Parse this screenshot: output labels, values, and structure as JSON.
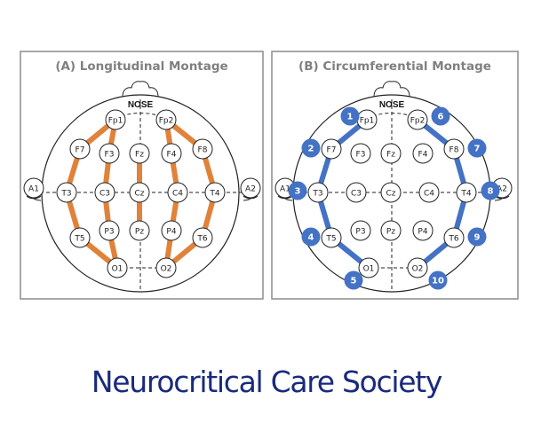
{
  "panels": [
    {
      "id": "A",
      "title": "(A) Longitudinal Montage",
      "nose_label": "NOSE",
      "chain_color": "#e0823a",
      "chains": [
        [
          "Fp1",
          "F7",
          "T3",
          "T5",
          "O1"
        ],
        [
          "Fp1",
          "F3",
          "C3",
          "P3",
          "O1"
        ],
        [
          "Fz",
          "Cz",
          "Pz"
        ],
        [
          "Fp2",
          "F4",
          "C4",
          "P4",
          "O2"
        ],
        [
          "Fp2",
          "F8",
          "T4",
          "T6",
          "O2"
        ]
      ],
      "numbers": []
    },
    {
      "id": "B",
      "title": "(B) Circumferential Montage",
      "nose_label": "NOSE",
      "chain_color": "#4472c4",
      "chains": [
        [
          "Fp1",
          "F7",
          "T3",
          "T5",
          "O1"
        ],
        [
          "Fp2",
          "F8",
          "T4",
          "T6",
          "O2"
        ]
      ],
      "numbers": [
        {
          "n": "1",
          "near": "Fp1-F7-upper"
        },
        {
          "n": "2",
          "near": "F7"
        },
        {
          "n": "3",
          "near": "T3"
        },
        {
          "n": "4",
          "near": "T5"
        },
        {
          "n": "5",
          "near": "O1"
        },
        {
          "n": "6",
          "near": "Fp2"
        },
        {
          "n": "7",
          "near": "F8"
        },
        {
          "n": "8",
          "near": "T4"
        },
        {
          "n": "9",
          "near": "T6"
        },
        {
          "n": "10",
          "near": "O2"
        }
      ]
    }
  ],
  "electrodes": [
    "Fp1",
    "Fp2",
    "F7",
    "F3",
    "Fz",
    "F4",
    "F8",
    "A1",
    "T3",
    "C3",
    "Cz",
    "C4",
    "T4",
    "A2",
    "T5",
    "P3",
    "Pz",
    "P4",
    "T6",
    "O1",
    "O2"
  ],
  "number_badge_color": "#4472c4",
  "footer": {
    "org_name": "Neurocritical Care Society",
    "color": "#1a2a7c"
  }
}
